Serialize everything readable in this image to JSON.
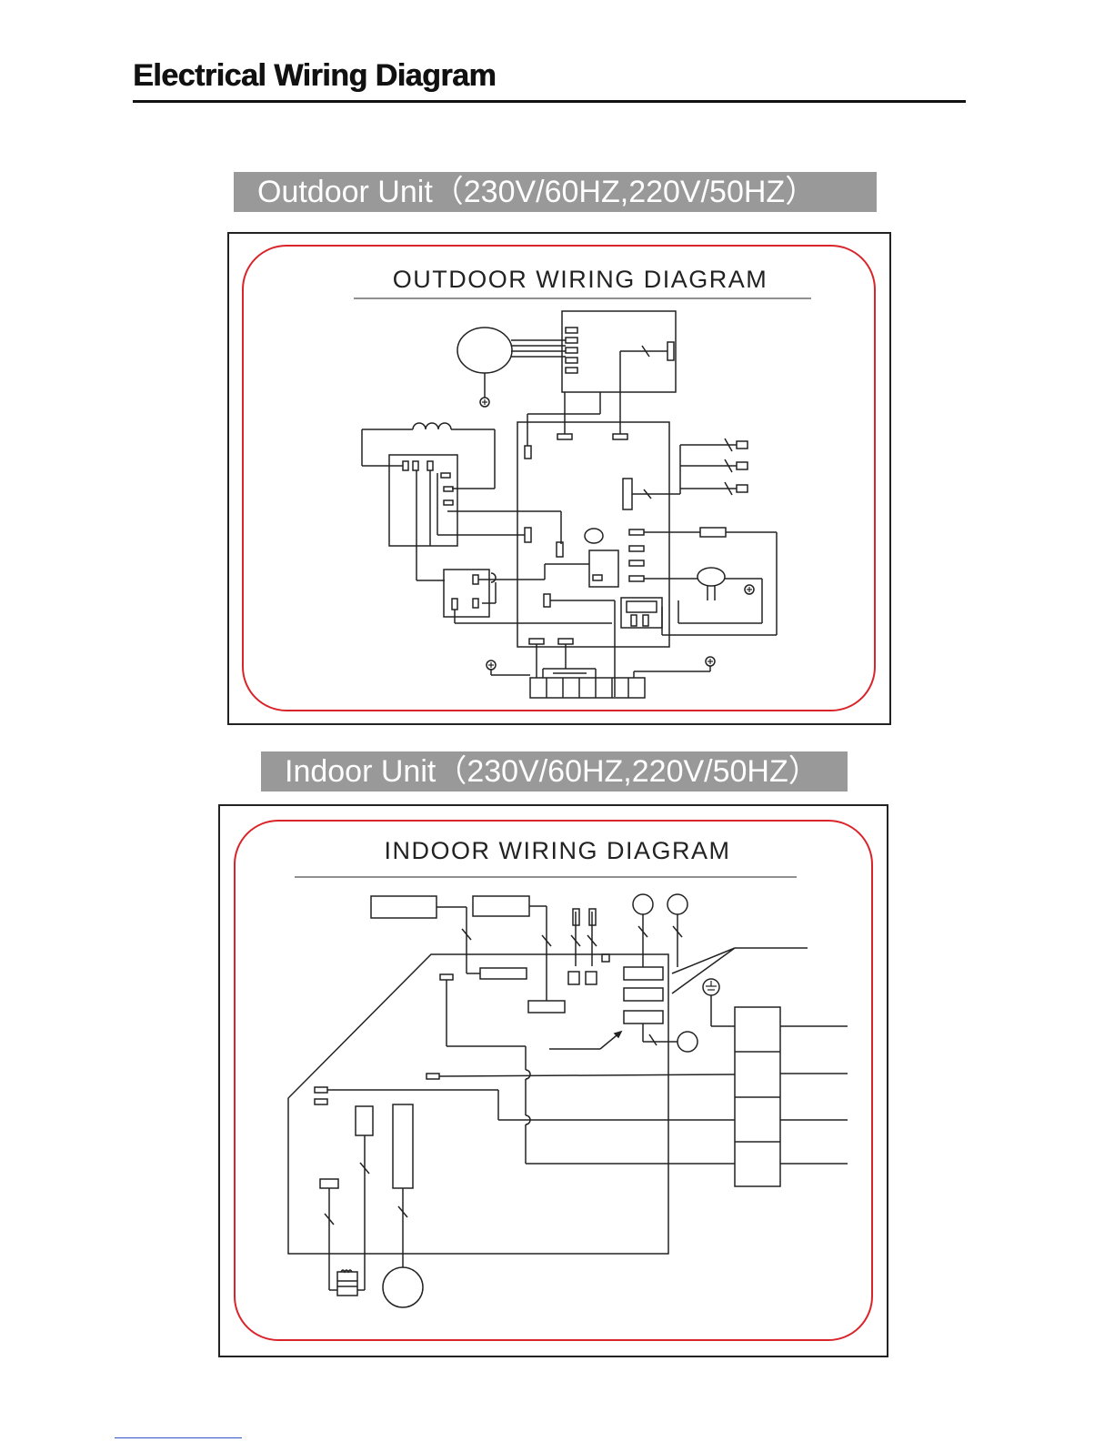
{
  "page": {
    "title": "Electrical Wiring Diagram"
  },
  "outdoor": {
    "band_label": "Outdoor Unit（230V/60HZ,220V/50HZ）",
    "diagram_title": "OUTDOOR WIRING DIAGRAM"
  },
  "indoor": {
    "band_label": "Indoor Unit（230V/60HZ,220V/50HZ）",
    "diagram_title": "INDOOR WIRING DIAGRAM"
  },
  "colors": {
    "border_red": "#d9242a",
    "band_gray": "#999999",
    "line": "#222222"
  },
  "icons": [
    "ground-icon",
    "motor-icon",
    "compressor-icon",
    "capacitor-icon",
    "transformer-icon",
    "terminal-block-icon",
    "sensor-icon"
  ]
}
